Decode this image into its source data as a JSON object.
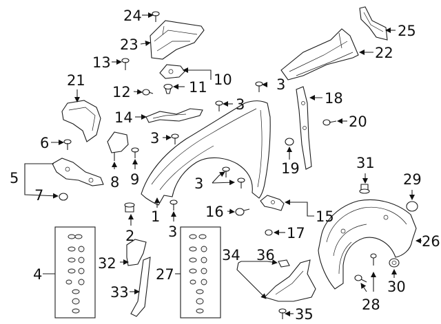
{
  "callouts": [
    "1",
    "2",
    "3",
    "3",
    "3",
    "3",
    "3",
    "4",
    "5",
    "6",
    "7",
    "8",
    "9",
    "10",
    "11",
    "12",
    "13",
    "14",
    "15",
    "16",
    "17",
    "18",
    "19",
    "20",
    "21",
    "22",
    "23",
    "24",
    "25",
    "26",
    "27",
    "28",
    "29",
    "30",
    "31",
    "32",
    "33",
    "34",
    "35",
    "36"
  ],
  "labels": {
    "c1": "1",
    "c2": "2",
    "c3a": "3",
    "c3b": "3",
    "c3c": "3",
    "c3d": "3",
    "c3e": "3",
    "c4": "4",
    "c5": "5",
    "c6": "6",
    "c7": "7",
    "c8": "8",
    "c9": "9",
    "c10": "10",
    "c11": "11",
    "c12": "12",
    "c13": "13",
    "c14": "14",
    "c15": "15",
    "c16": "16",
    "c17": "17",
    "c18": "18",
    "c19": "19",
    "c20": "20",
    "c21": "21",
    "c22": "22",
    "c23": "23",
    "c24": "24",
    "c25": "25",
    "c26": "26",
    "c27": "27",
    "c28": "28",
    "c29": "29",
    "c30": "30",
    "c31": "31",
    "c32": "32",
    "c33": "33",
    "c34": "34",
    "c35": "35",
    "c36": "36"
  }
}
